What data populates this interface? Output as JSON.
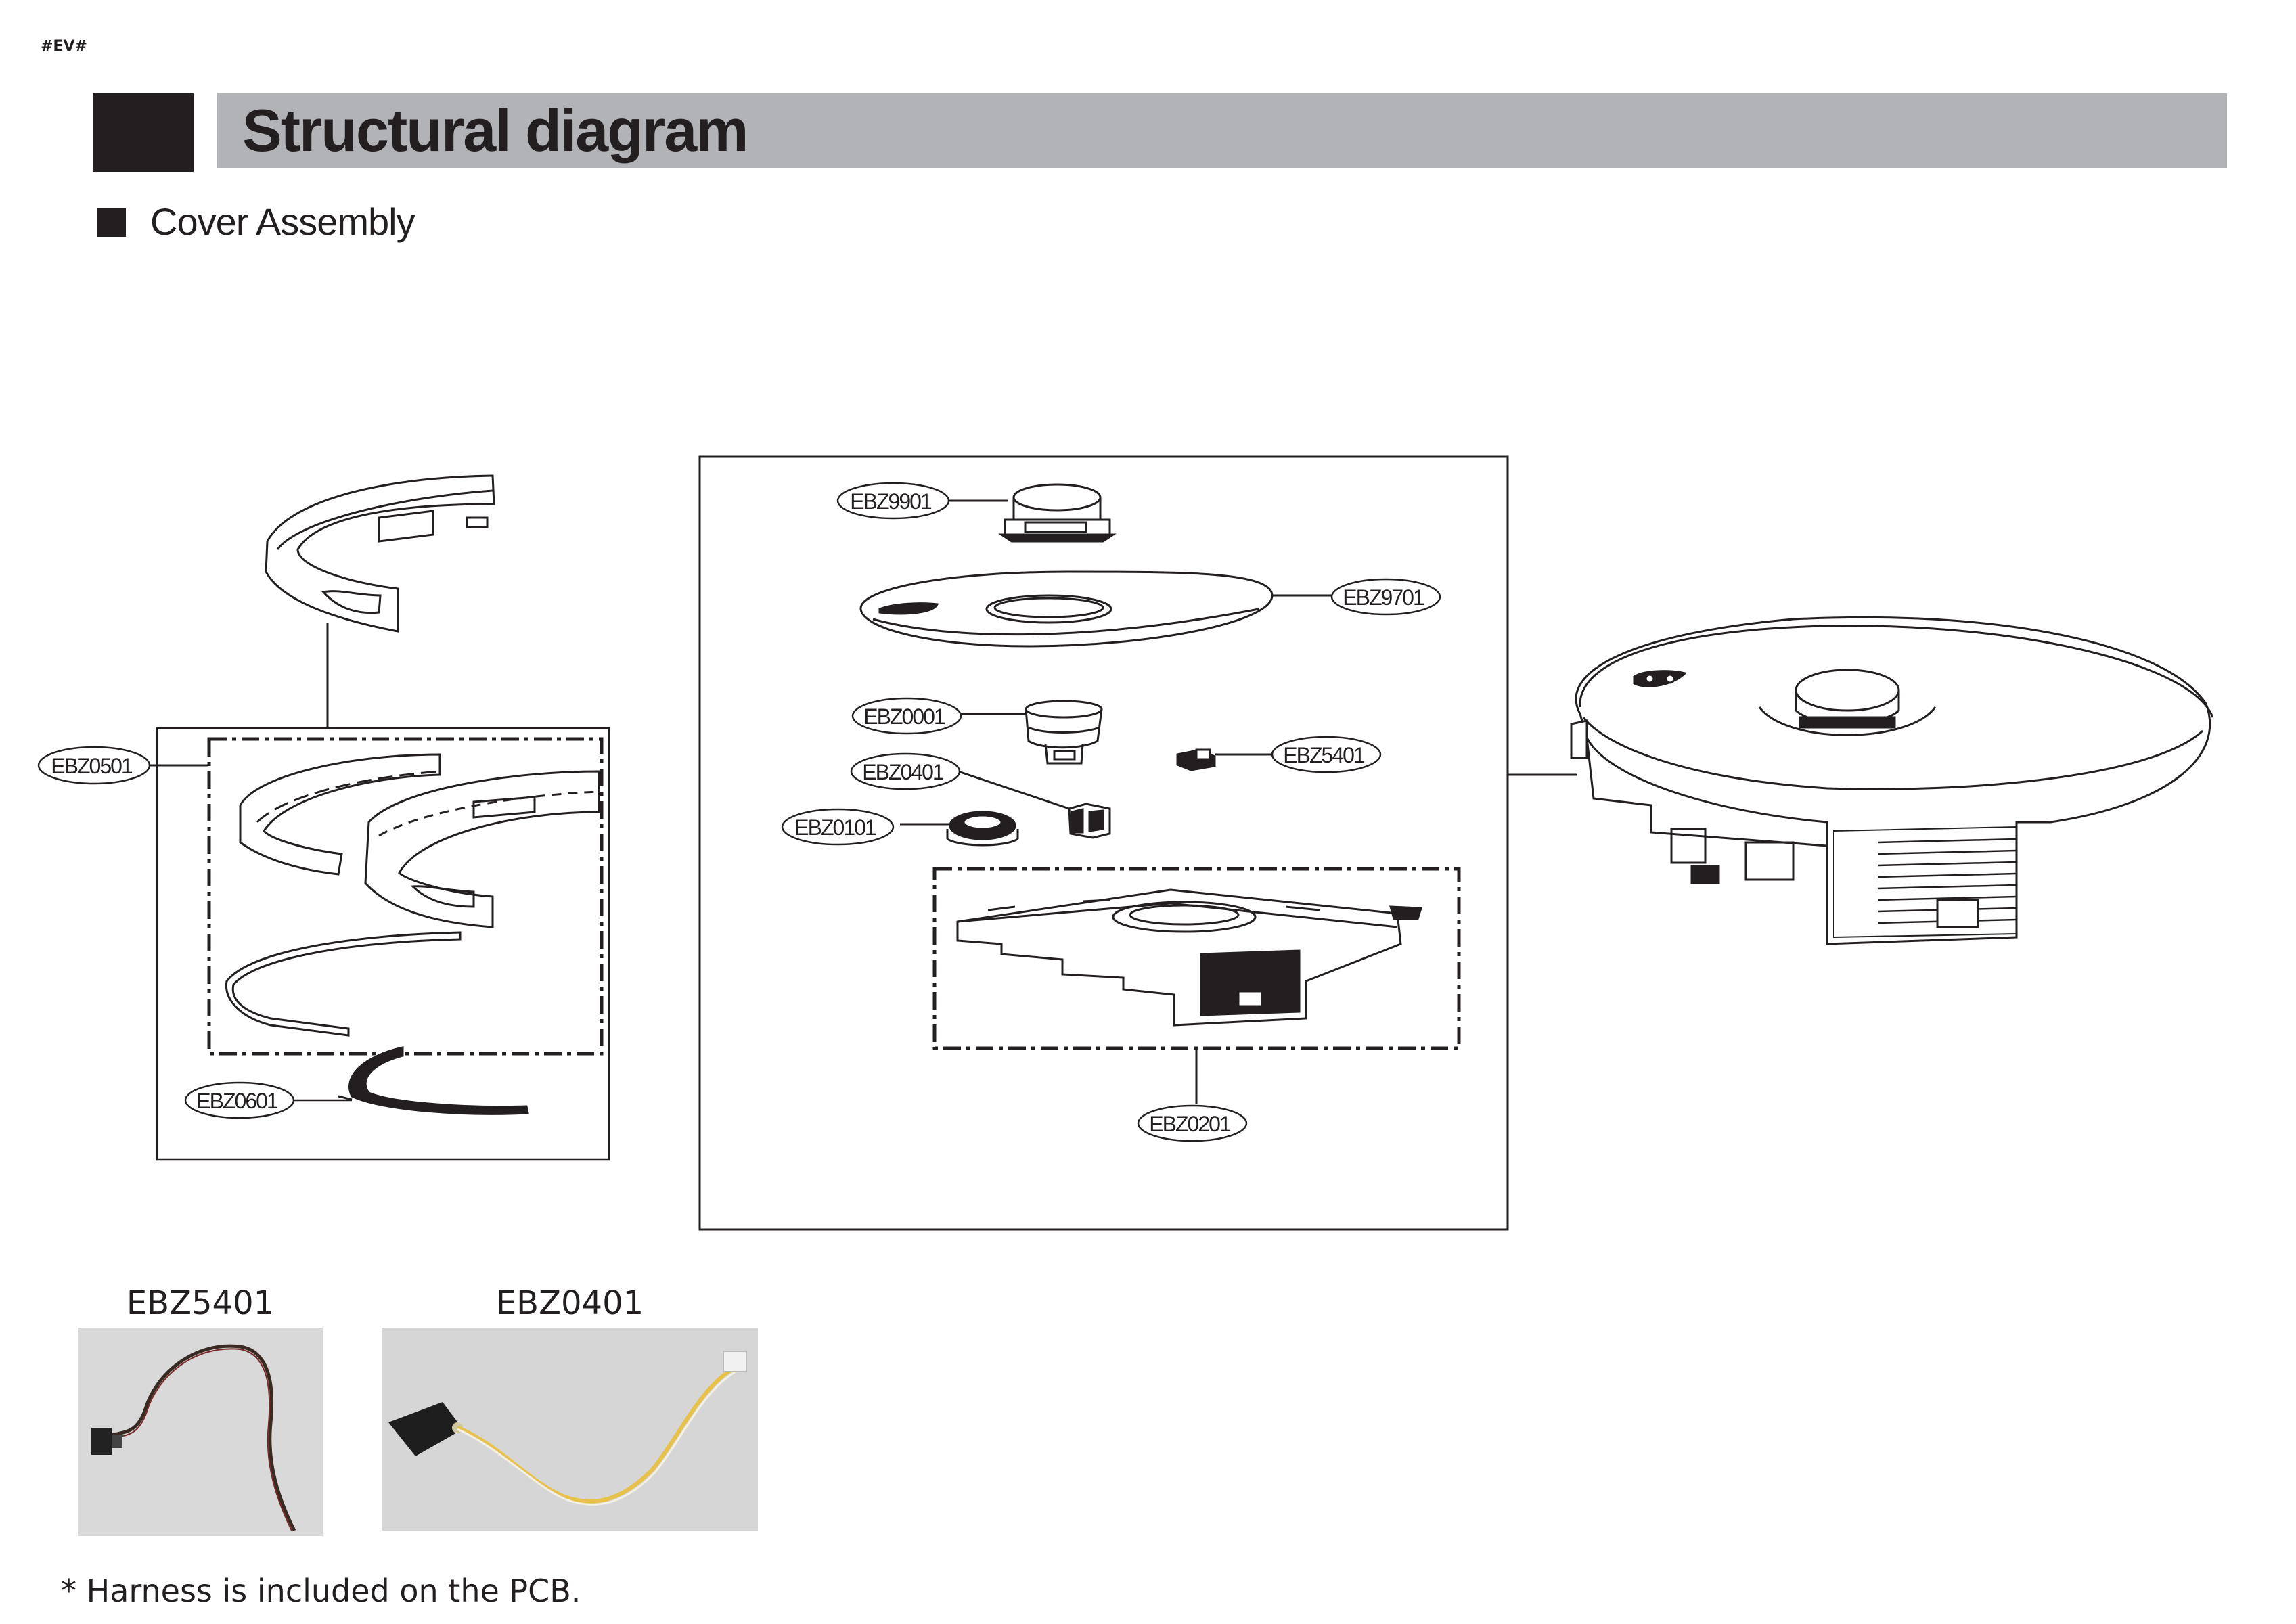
{
  "header": {
    "mark": "#EV#",
    "title": "Structural diagram",
    "section": "Cover Assembly"
  },
  "callouts": {
    "c9901": "EBZ9901",
    "c9701": "EBZ9701",
    "c0001": "EBZ0001",
    "c5401": "EBZ5401",
    "c0401": "EBZ0401",
    "c0101": "EBZ0101",
    "c0201": "EBZ0201",
    "c0501": "EBZ0501",
    "c0601": "EBZ0601"
  },
  "photos": {
    "photo1_label": "EBZ5401",
    "photo2_label": "EBZ0401"
  },
  "footnote": "* Harness is included on the PCB.",
  "colors": {
    "ink": "#231f20",
    "title_bar": "#b1b3b6",
    "wire_yellow": "#e8c14a",
    "photo_bg": "#dcdcdc"
  }
}
